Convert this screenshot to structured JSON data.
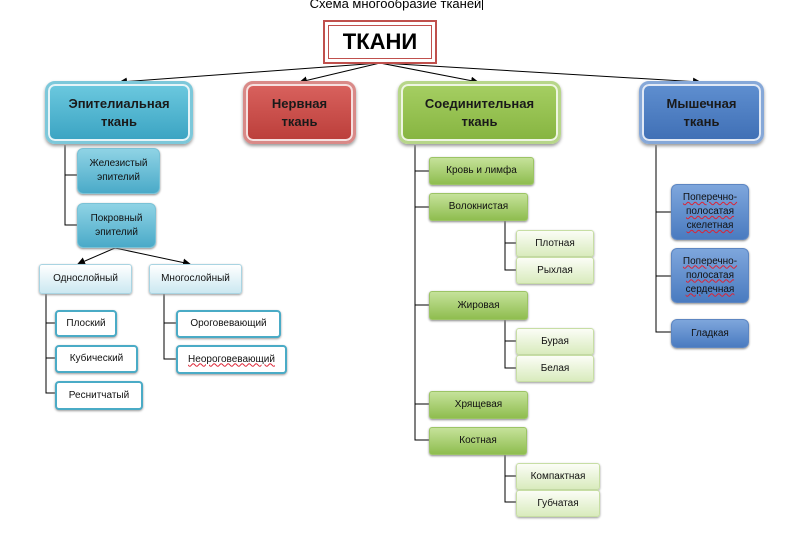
{
  "title": "Схема многообразие тканей",
  "root": "ТКАНИ",
  "categories": {
    "epithelial": "Эпителиальная ткань",
    "nervous": "Нервная ткань",
    "connective": "Соединительная ткань",
    "muscle": "Мышечная ткань"
  },
  "epithelial": {
    "glandular": "Железистый эпителий",
    "covering": "Покровный эпителий",
    "single_layer": "Однослойный",
    "multi_layer": "Многослойный",
    "single_items": [
      "Плоский",
      "Кубический",
      "Реснитчатый"
    ],
    "multi_items": [
      "Ороговевающий",
      "Неороговевающий"
    ]
  },
  "connective": {
    "blood": "Кровь и лимфа",
    "fibrous": "Волокнистая",
    "fibrous_items": [
      "Плотная",
      "Рыхлая"
    ],
    "fat": "Жировая",
    "fat_items": [
      "Бурая",
      "Белая"
    ],
    "cartilage": "Хрящевая",
    "bone": "Костная",
    "bone_items": [
      "Компактная",
      "Губчатая"
    ]
  },
  "muscle": {
    "skeletal": "Поперечно-полосатая скелетная",
    "cardiac": "Поперечно-полосатая сердечная",
    "smooth": "Гладкая"
  },
  "colors": {
    "root_border": "#c0504d",
    "epithelial": "#4bacc6",
    "nervous": "#c0504d",
    "connective": "#9bbb59",
    "muscle": "#4f81bd"
  }
}
